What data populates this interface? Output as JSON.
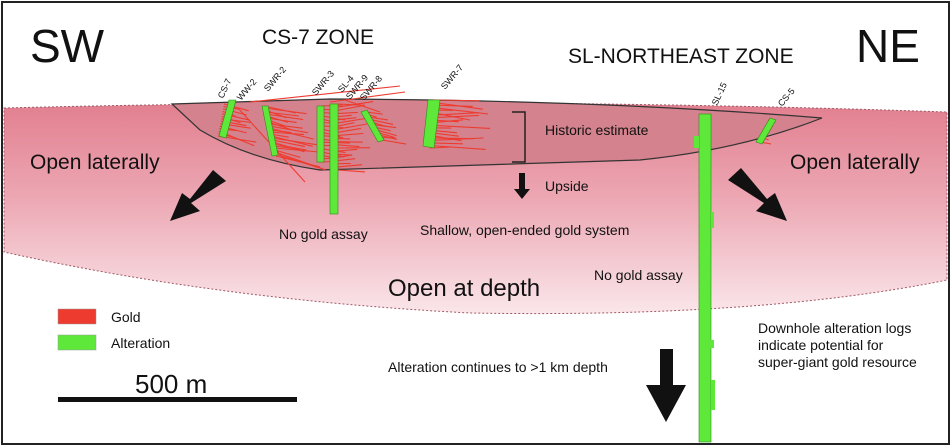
{
  "directions": {
    "left": "SW",
    "right": "NE"
  },
  "zones": {
    "cs7": "CS-7 ZONE",
    "sl_northeast": "SL-NORTHEAST ZONE"
  },
  "drillholes": [
    {
      "id": "cs-7",
      "label": "CS-7"
    },
    {
      "id": "ww-2",
      "label": "WW-2"
    },
    {
      "id": "swr-2",
      "label": "SWR-2"
    },
    {
      "id": "swr-3",
      "label": "SWR-3"
    },
    {
      "id": "sl-4",
      "label": "SL-4"
    },
    {
      "id": "swr-9",
      "label": "SWR-9"
    },
    {
      "id": "swr-8",
      "label": "SWR-8"
    },
    {
      "id": "swr-7",
      "label": "SWR-7"
    },
    {
      "id": "sl-15",
      "label": "SL-15"
    },
    {
      "id": "cs-5",
      "label": "CS-5"
    }
  ],
  "annotations": {
    "open_laterally_left": "Open laterally",
    "open_laterally_right": "Open laterally",
    "historic_estimate": "Historic estimate",
    "upside": "Upside",
    "no_gold_assay_left": "No gold assay",
    "no_gold_assay_right": "No gold assay",
    "shallow_system": "Shallow, open-ended gold system",
    "open_at_depth": "Open at depth",
    "alteration_continues": "Alteration continues to >1 km depth",
    "downhole_1": "Downhole alteration logs",
    "downhole_2": "indicate potential for",
    "downhole_3": "super-giant gold resource"
  },
  "legend": [
    {
      "label": "Gold",
      "color": "#ee3b2f"
    },
    {
      "label": "Alteration",
      "color": "#5ee83a"
    }
  ],
  "scale_bar": {
    "label": "500 m"
  },
  "colors": {
    "gold": "#ee3b2f",
    "alteration": "#5ee83a",
    "envelope_outer": "#f7d2da",
    "envelope_inner": "#e27f8f",
    "historic_body": "#d4828d",
    "arrow": "#111111"
  }
}
